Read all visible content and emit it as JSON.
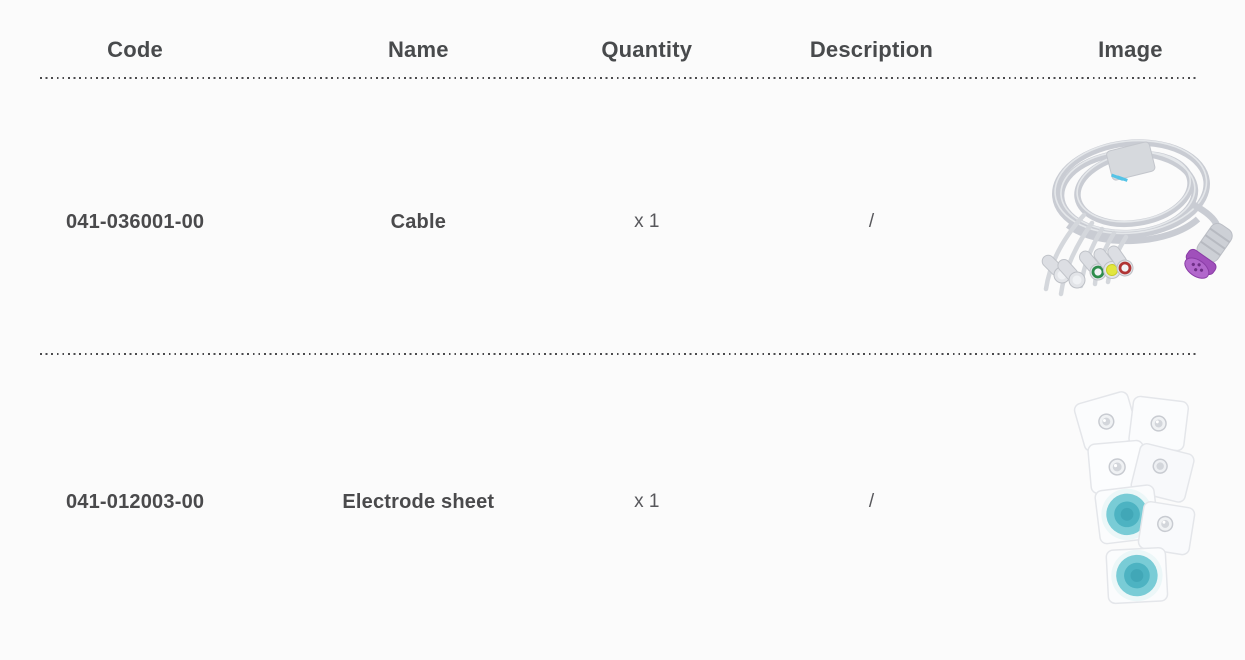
{
  "table": {
    "headers": [
      "Code",
      "Name",
      "Quantity",
      "Description",
      "Image"
    ],
    "rows": [
      {
        "code": "041-036001-00",
        "name": "Cable",
        "quantity": "x 1",
        "description": "/",
        "image": "ecg-trunk-cable-photo"
      },
      {
        "code": "041-012003-00",
        "name": "Electrode sheet",
        "quantity": "x 1",
        "description": "/",
        "image": "electrode-sheet-photo"
      }
    ]
  },
  "colors": {
    "background": "#fbfbfb",
    "heading_text": "#484a4c",
    "body_text": "#4a4a4c",
    "light_text": "#57575b",
    "divider": "#4a4a4c",
    "cable_gray": "#c9ccd3",
    "connector_purple": "#a050bb",
    "snap_yellow": "#e2e63e",
    "snap_green": "#2e8c4c",
    "snap_red": "#b03434",
    "gel_teal": "#4db3c2"
  }
}
